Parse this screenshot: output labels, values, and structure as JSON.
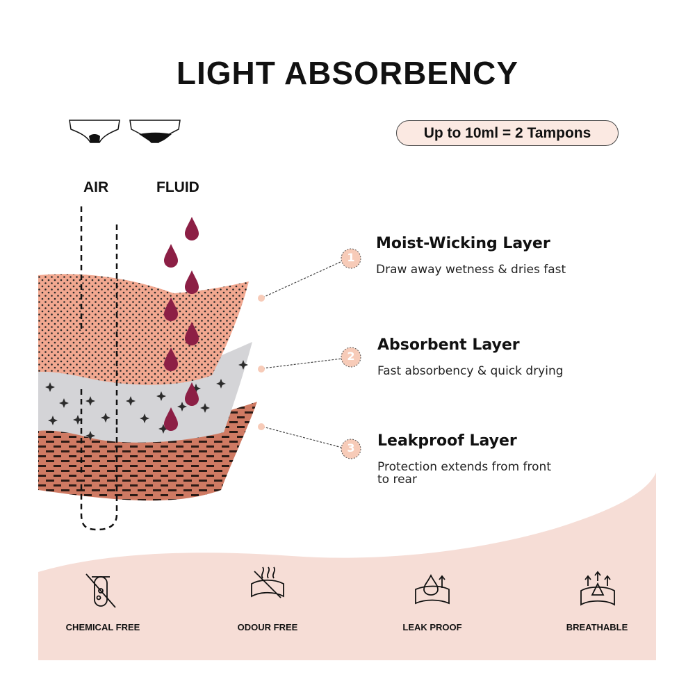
{
  "title": "LIGHT ABSORBENCY",
  "badge": "Up to 10ml = 2 Tampons",
  "column_labels": {
    "air": "AIR",
    "fluid": "FLUID"
  },
  "layers": [
    {
      "number": "1",
      "title": "Moist-Wicking Layer",
      "description": "Draw away wetness & dries fast"
    },
    {
      "number": "2",
      "title": "Absorbent Layer",
      "description": "Fast absorbency & quick drying"
    },
    {
      "number": "3",
      "title": "Leakproof Layer",
      "description_line1": "Protection extends from front",
      "description_line2": "to rear"
    }
  ],
  "features": [
    {
      "label": "CHEMICAL FREE",
      "icon": "chemical-free-icon"
    },
    {
      "label": "ODOUR FREE",
      "icon": "odour-free-icon"
    },
    {
      "label": "LEAK PROOF",
      "icon": "leak-proof-icon"
    },
    {
      "label": "BREATHABLE",
      "icon": "breathable-icon"
    }
  ],
  "colors": {
    "top_layer": "#f2a890",
    "middle_layer": "#d4d4d7",
    "bottom_layer": "#cf7a63",
    "drop": "#8c1f45",
    "footer_bg": "#f6ddd6",
    "marker": "#f7cbb8"
  }
}
